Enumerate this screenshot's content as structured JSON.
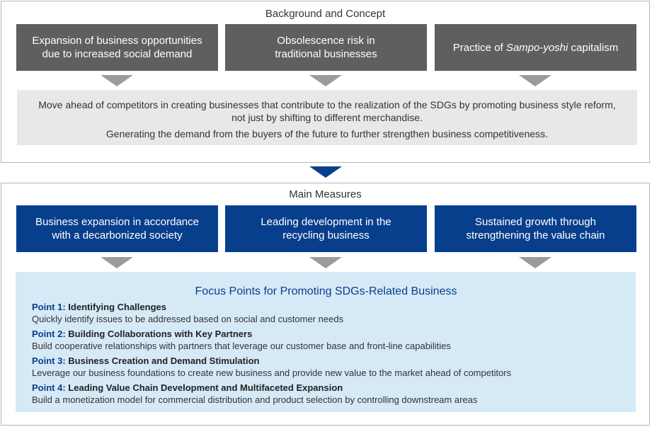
{
  "background": {
    "title": "Background and Concept",
    "boxes": [
      {
        "line1": "Expansion of business opportunities",
        "line2": "due to increased social demand"
      },
      {
        "line1": "Obsolescence risk in",
        "line2": "traditional businesses"
      },
      {
        "prefix": "Practice of ",
        "emphasis": "Sampo-yoshi",
        "suffix": " capitalism"
      }
    ],
    "summary": {
      "line1": "Move ahead of competitors in creating businesses that contribute to the realization of the SDGs by promoting business style reform,",
      "line2": "not just by shifting to different merchandise.",
      "line3": "Generating the demand from the buyers of the future to further strengthen business competitiveness."
    }
  },
  "measures": {
    "title": "Main Measures",
    "boxes": [
      {
        "line1": "Business expansion in accordance",
        "line2": "with a decarbonized society"
      },
      {
        "line1": "Leading development in the",
        "line2": "recycling business"
      },
      {
        "line1": "Sustained growth through",
        "line2": "strengthening the value chain"
      }
    ]
  },
  "focus": {
    "title": "Focus Points for Promoting SDGs-Related Business",
    "points": [
      {
        "label": "Point 1:",
        "heading": "Identifying Challenges",
        "desc": "Quickly identify issues to be addressed based on social and customer needs"
      },
      {
        "label": "Point 2:",
        "heading": "Building Collaborations with Key Partners",
        "desc": "Build cooperative relationships with partners that leverage our customer base and front-line capabilities"
      },
      {
        "label": "Point 3:",
        "heading": "Business Creation and Demand Stimulation",
        "desc": "Leverage our business foundations to create new business and provide new value to the market ahead of competitors"
      },
      {
        "label": "Point 4:",
        "heading": "Leading Value Chain Development and Multifaceted Expansion",
        "desc": "Build a monetization model for commercial distribution and product selection by controlling downstream areas"
      }
    ]
  },
  "colors": {
    "navy": "#083f8c",
    "dark_gray": "#5f5f5f",
    "light_gray": "#e8e8e8",
    "light_blue": "#d6e9f7"
  }
}
